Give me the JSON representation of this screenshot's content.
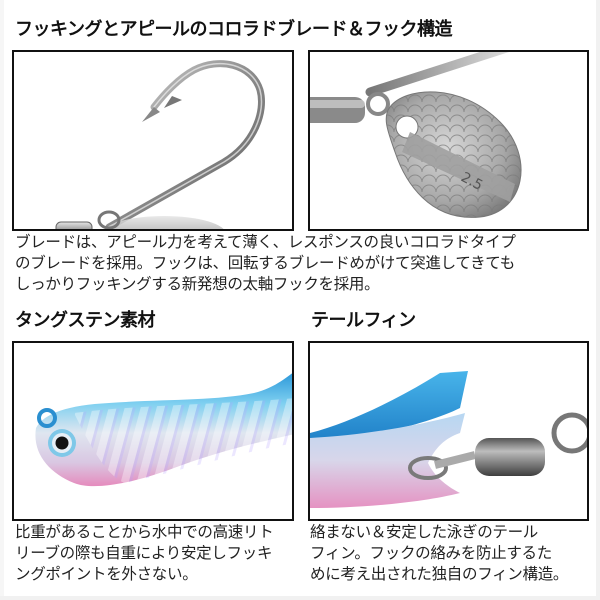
{
  "section_hook_blade": {
    "title": "フッキングとアピールのコロラドブレード＆フック構造",
    "images": [
      {
        "name": "hook-closeup",
        "subject": "太軸フック"
      },
      {
        "name": "colorado-blade-closeup",
        "subject": "コロラドブレード",
        "blade_marking": "2.5"
      }
    ],
    "description_lines": [
      "ブレードは、アピール力を考えて薄く、レスポンスの良いコロラドタイプ",
      "のブレードを採用。フックは、回転するブレードめがけて突進してきても",
      "しっかりフッキングする新発想の太軸フックを採用。"
    ]
  },
  "section_tungsten": {
    "title": "タングステン素材",
    "image": {
      "name": "lure-body-closeup",
      "subject": "ブルー/ピンク ホロ ボディ"
    },
    "description_lines": [
      "比重があることから水中での高速リト",
      "リーブの際も自重により安定しフッキ",
      "ングポイントを外さない。"
    ]
  },
  "section_tailfin": {
    "title": "テールフィン",
    "image": {
      "name": "tail-fin-closeup",
      "subject": "テールフィンとスイベル"
    },
    "description_lines": [
      "絡まない＆安定した泳ぎのテール",
      "フィン。フックの絡みを防止するた",
      "めに考え出された独自のフィン構造。"
    ]
  },
  "colors": {
    "border": "#111111",
    "text": "#1a1a1a",
    "lure_blue": "#2aa0e0",
    "lure_pink": "#e79ac4",
    "metal": "#9a9a9a"
  }
}
